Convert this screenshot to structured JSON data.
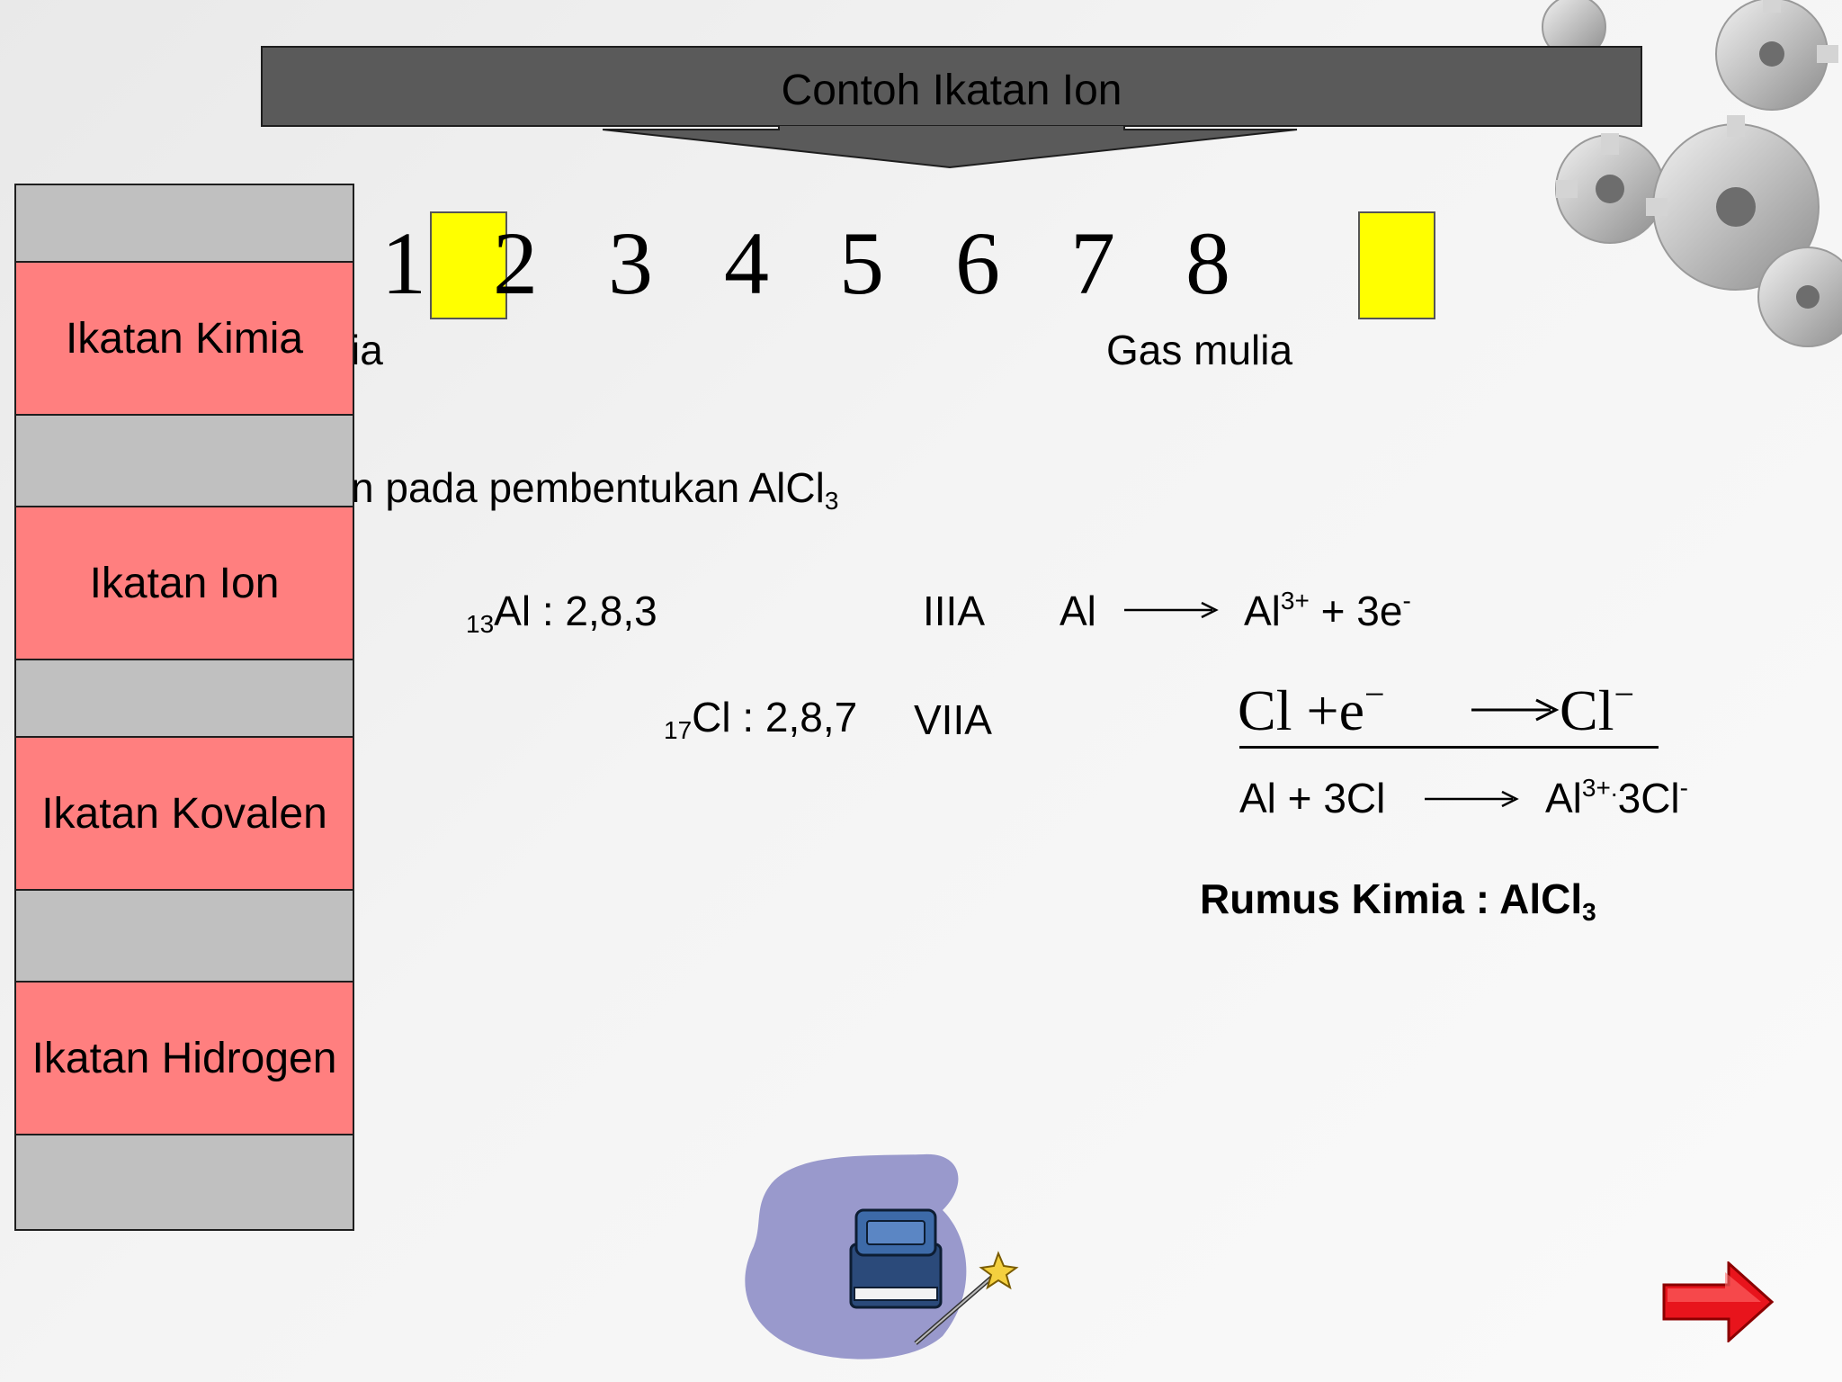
{
  "header": {
    "title": "Contoh Ikatan Ion"
  },
  "sidebar": {
    "items": [
      {
        "label": "Ikatan Kimia"
      },
      {
        "label": "Ikatan Ion"
      },
      {
        "label": "Ikatan Kovalen"
      },
      {
        "label": "Ikatan Hidrogen"
      }
    ]
  },
  "groups": {
    "numbers": [
      "1",
      "2",
      "3",
      "4",
      "5",
      "6",
      "7",
      "8"
    ],
    "left_label_fragment": "ia",
    "right_label": "Gas mulia"
  },
  "content": {
    "intro_fragment": "n pada pembentukan AlCl",
    "intro_sub": "3",
    "al_config": {
      "sub": "13",
      "text": "Al : 2,8,3",
      "group": "IIIA"
    },
    "cl_config": {
      "sub": "17",
      "text": "Cl : 2,8,7",
      "group": "VIIA"
    },
    "eq1": {
      "left": "Al",
      "right_base": "Al",
      "right_sup": "3+",
      "right_rest": " + 3e",
      "right_rest_sup": "-"
    },
    "eq2": {
      "left": "Cl +e",
      "left_sup": "−",
      "right": "Cl",
      "right_sup": "−"
    },
    "eq3": {
      "left": "Al + 3Cl",
      "right_base": "Al",
      "right_sup": "3+.",
      "right_rest": "3Cl",
      "right_rest_sup": "-"
    },
    "formula": {
      "label": "Rumus Kimia : AlCl",
      "sub": "3"
    }
  },
  "colors": {
    "banner": "#5a5a5a",
    "sidebar_gray": "#c0c0c0",
    "sidebar_pink": "#ff7f7f",
    "highlight": "#ffff00",
    "next_arrow": "#e8141c"
  },
  "icons": [
    "gear-cluster-icon",
    "book-magic-wand-icon",
    "next-arrow-icon"
  ]
}
